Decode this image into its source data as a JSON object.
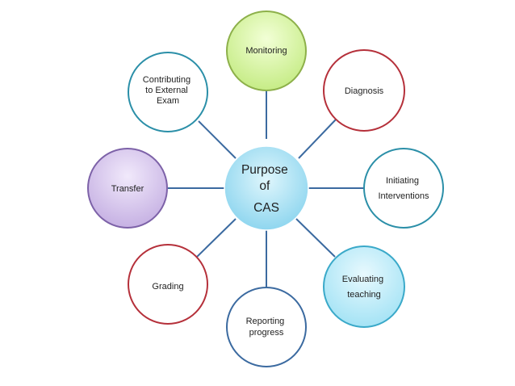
{
  "diagram": {
    "center": {
      "lines": [
        "Purpose",
        "of",
        "CAS"
      ]
    },
    "nodes": [
      {
        "id": "monitoring",
        "lines": [
          "Monitoring"
        ],
        "border": "#8db04a",
        "fill": "gradient-green"
      },
      {
        "id": "diagnosis",
        "lines": [
          "Diagnosis"
        ],
        "border": "#b5303a",
        "fill": "#ffffff"
      },
      {
        "id": "initiating-interventions",
        "lines": [
          "Initiating",
          "Interventions"
        ],
        "border": "#2b8fa8",
        "fill": "#ffffff"
      },
      {
        "id": "evaluating-teaching",
        "lines": [
          "Evaluating",
          "teaching"
        ],
        "border": "#3aa9c9",
        "fill": "gradient-cyan"
      },
      {
        "id": "reporting-progress",
        "lines": [
          "Reporting",
          "progress"
        ],
        "border": "#3b6aa0",
        "fill": "#ffffff"
      },
      {
        "id": "grading",
        "lines": [
          "Grading"
        ],
        "border": "#b5303a",
        "fill": "#ffffff"
      },
      {
        "id": "transfer",
        "lines": [
          "Transfer"
        ],
        "border": "#7d62a8",
        "fill": "gradient-purple"
      },
      {
        "id": "contributing-to-external-exam",
        "lines": [
          "Contributing",
          "to External",
          "Exam"
        ],
        "border": "#2b8fa8",
        "fill": "#ffffff"
      }
    ],
    "connector_color": "#3b6aa0"
  }
}
